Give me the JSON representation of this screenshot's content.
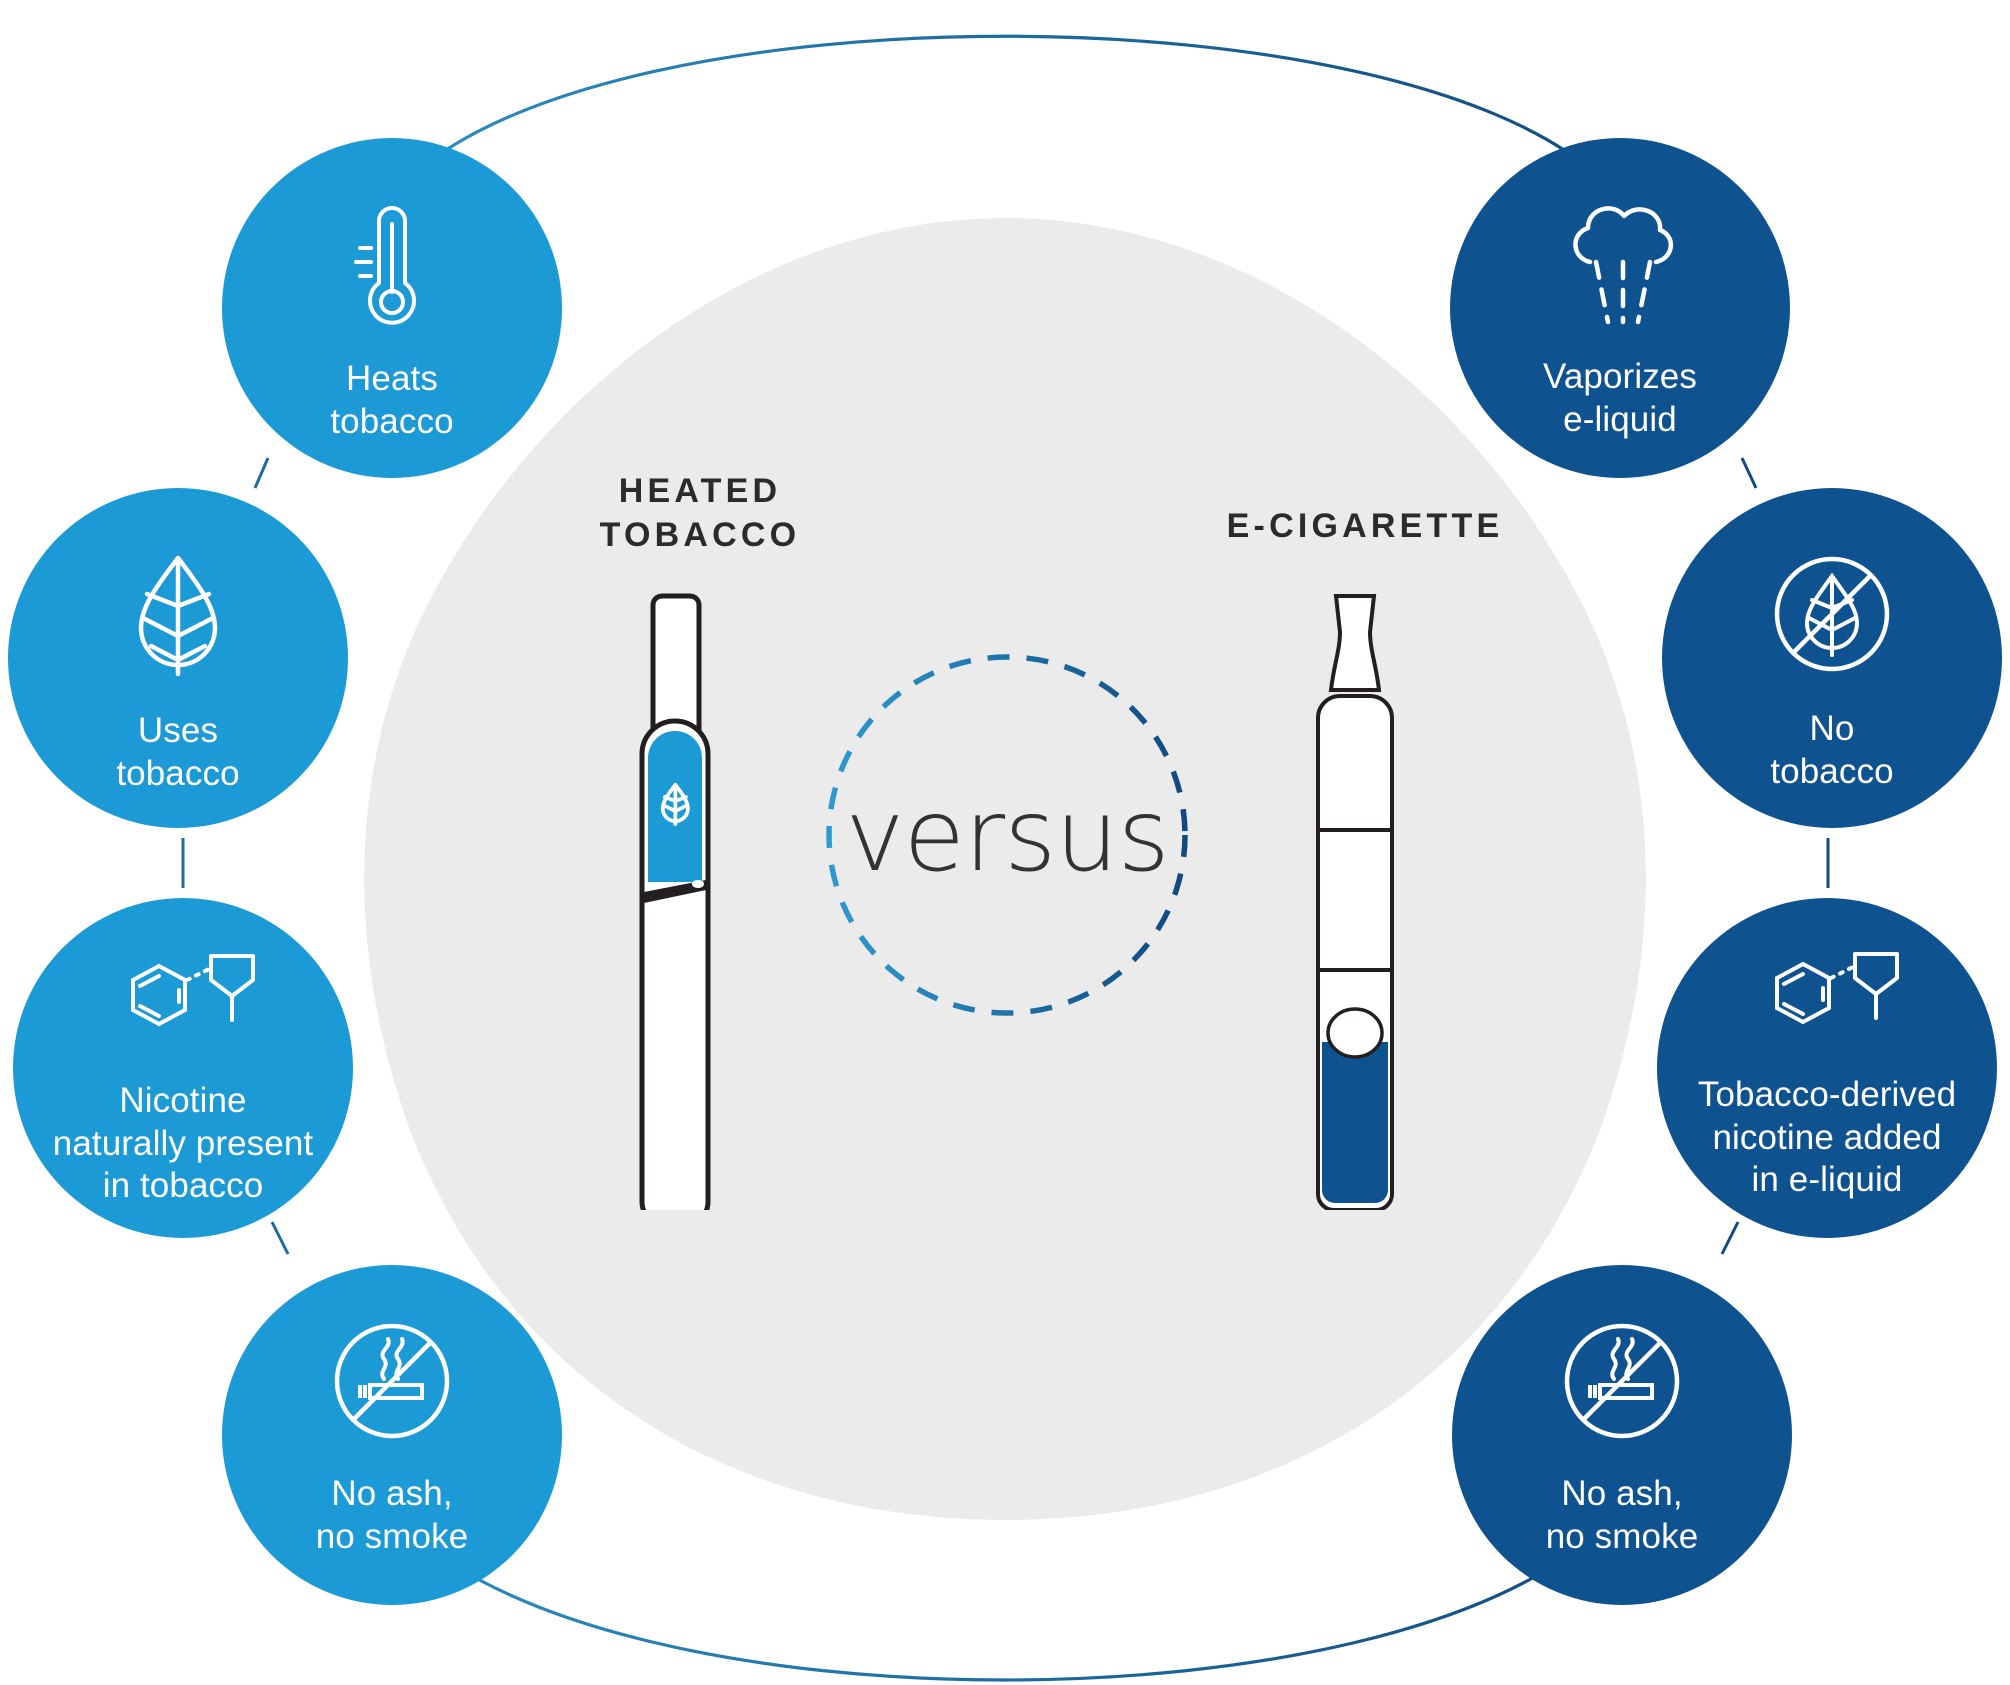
{
  "infographic": {
    "center_word": "versus",
    "left_device_title": "HEATED\nTOBACCO",
    "right_device_title": "E-CIGARETTE",
    "colors": {
      "light_blue": "#1B9AD6",
      "dark_blue": "#0F5290",
      "backdrop_gray": "#EBEBEB",
      "arc_stroke": "#1C6CA0",
      "text_dark": "#2b2b2b",
      "device_outline": "#231F20",
      "white": "#FFFFFF"
    }
  },
  "left_column": {
    "heading": "HEATED TOBACCO",
    "items": [
      {
        "icon": "thermometer-icon",
        "label": "Heats\ntobacco"
      },
      {
        "icon": "leaf-icon",
        "label": "Uses\ntobacco"
      },
      {
        "icon": "nicotine-molecule-icon",
        "label": "Nicotine\nnaturally present\nin tobacco"
      },
      {
        "icon": "no-smoking-icon",
        "label": "No ash,\nno smoke"
      }
    ]
  },
  "right_column": {
    "heading": "E-CIGARETTE",
    "items": [
      {
        "icon": "vapor-cloud-icon",
        "label": "Vaporizes\ne-liquid"
      },
      {
        "icon": "no-leaf-icon",
        "label": "No\ntobacco"
      },
      {
        "icon": "nicotine-molecule-icon",
        "label": "Tobacco-derived\nnicotine added\nin e-liquid"
      },
      {
        "icon": "no-smoking-icon",
        "label": "No ash,\nno smoke"
      }
    ]
  }
}
